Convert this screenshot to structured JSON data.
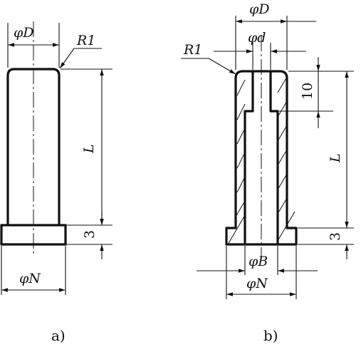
{
  "figure_a": {
    "caption": "a)",
    "dim_top_diameter": "φD",
    "dim_radius": "R1",
    "dim_length": "L",
    "dim_flange_height": "3",
    "dim_flange_diameter": "φN"
  },
  "figure_b": {
    "caption": "b)",
    "dim_outer_diameter": "φD",
    "dim_bore_diameter": "φd",
    "dim_radius": "R1",
    "dim_counterbore_depth": "10",
    "dim_length": "L",
    "dim_flange_height": "3",
    "dim_base_bore_diameter": "φB",
    "dim_flange_diameter": "φN"
  }
}
